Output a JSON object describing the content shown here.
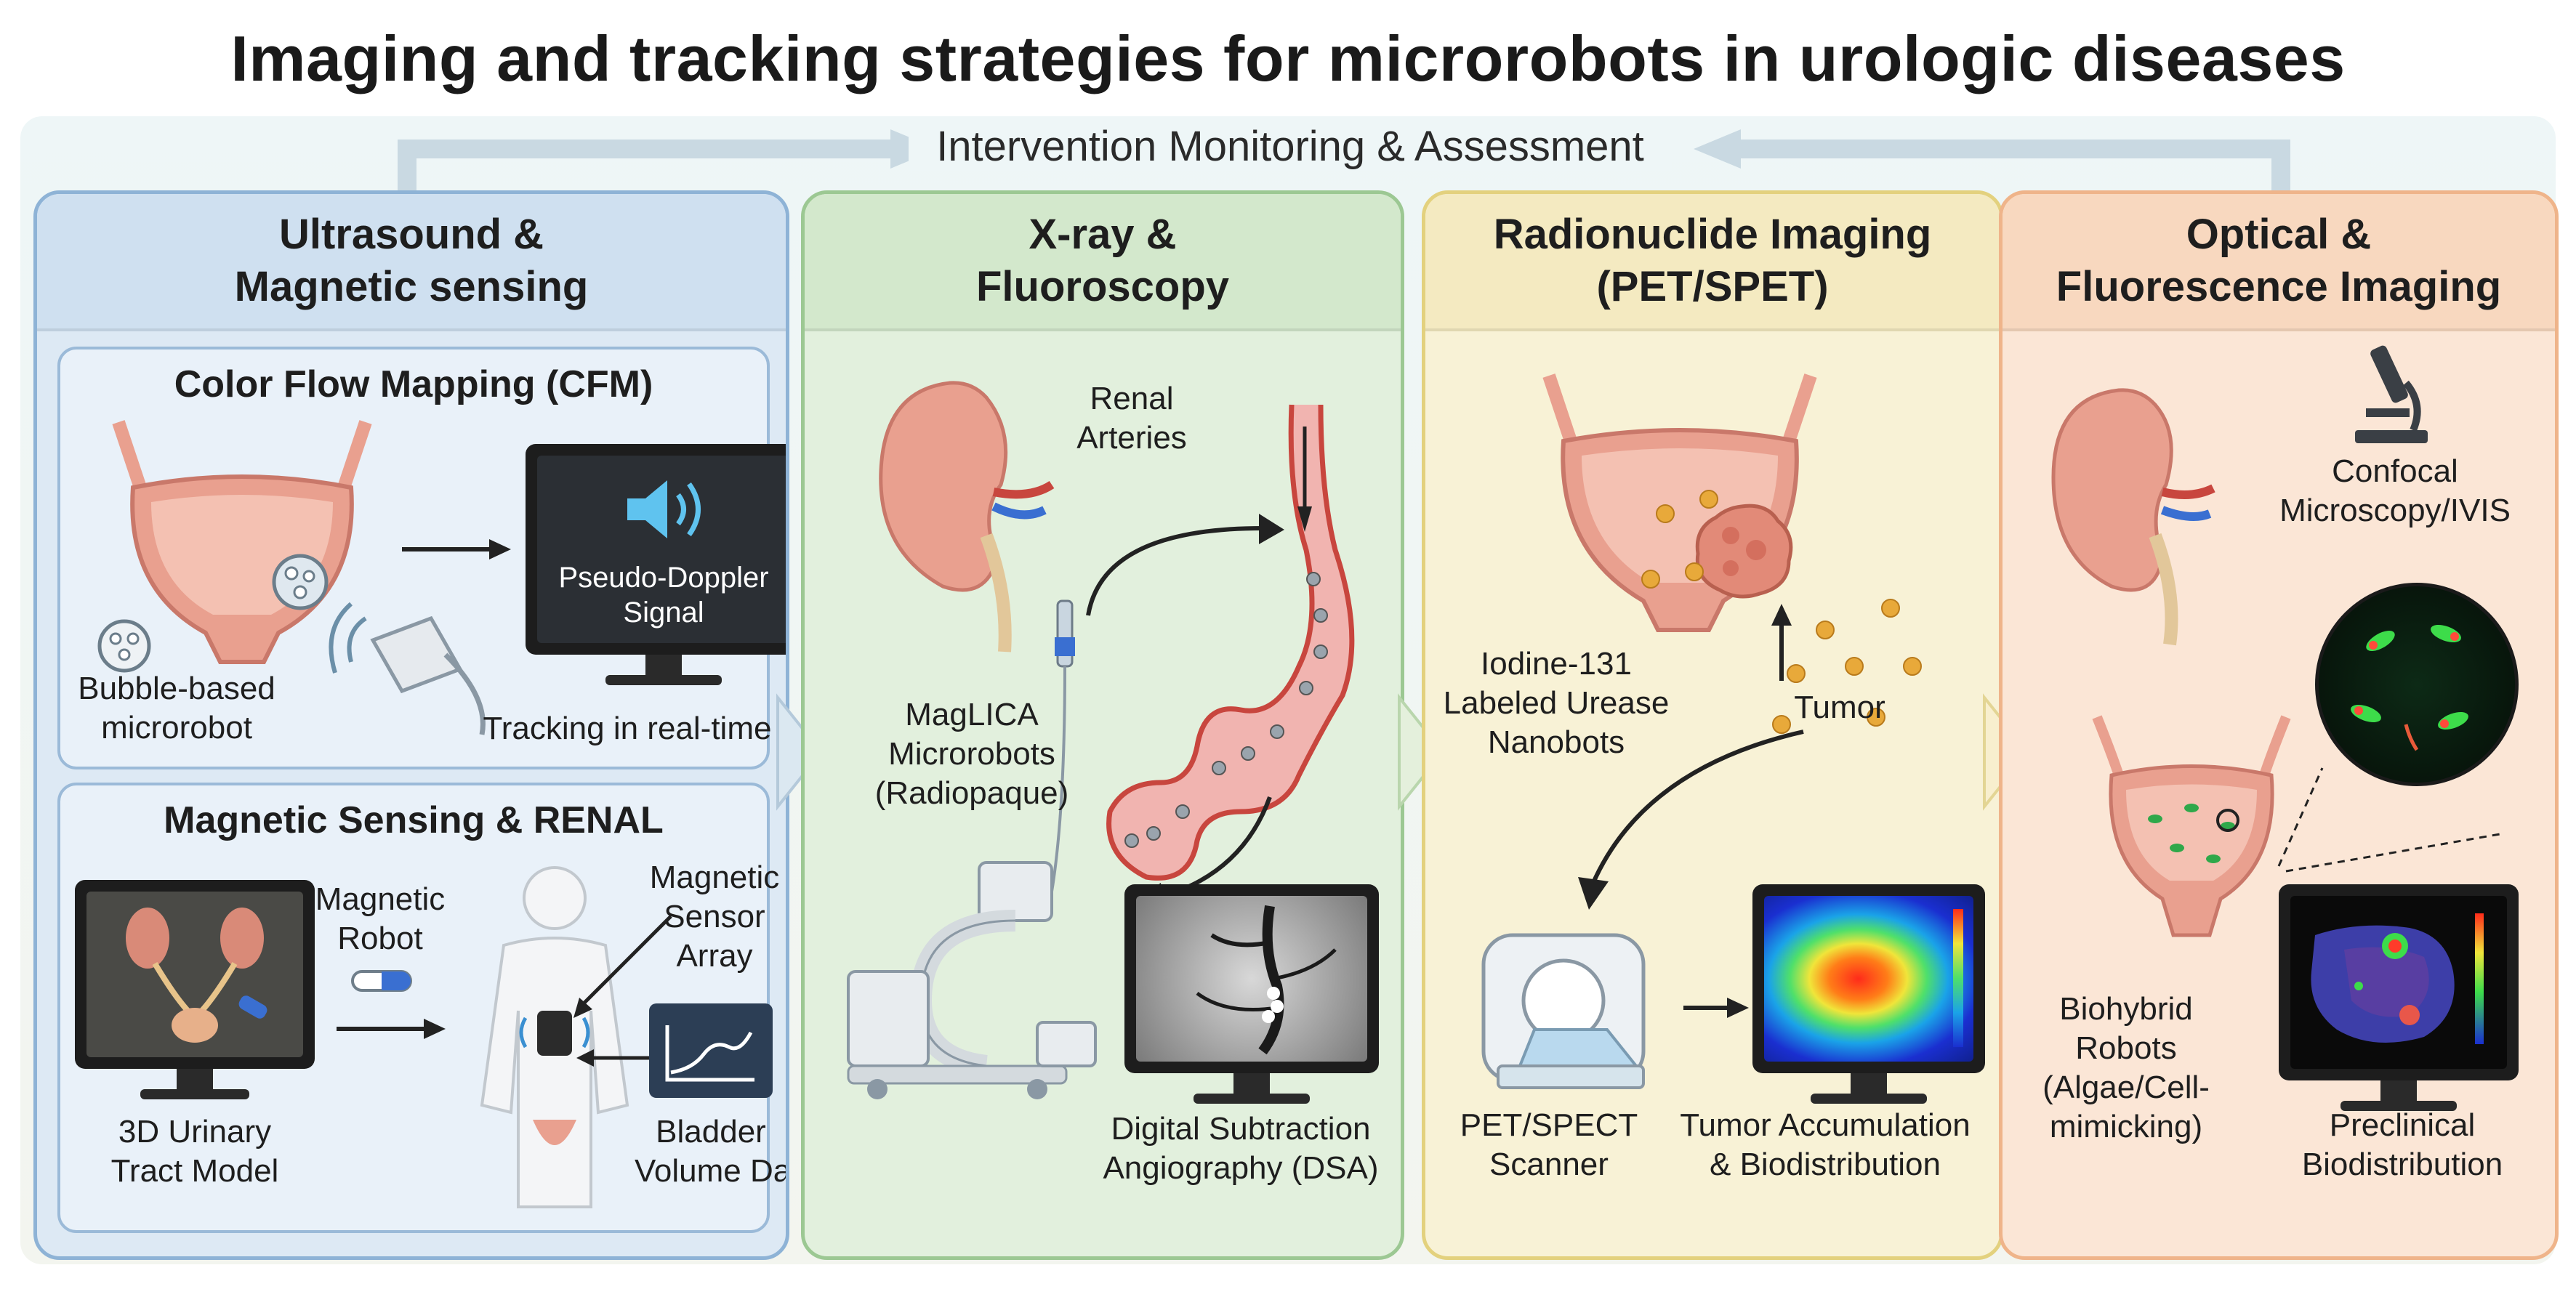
{
  "title": "Imaging and tracking strategies for microrobots in urologic diseases",
  "loop_label": "Intervention Monitoring & Assessment",
  "panels": {
    "ultrasound": {
      "title_line1": "Ultrasound &",
      "title_line2": "Magnetic sensing",
      "cfm": {
        "title": "Color Flow Mapping (CFM)",
        "screen_line1": "Pseudo-Doppler",
        "screen_line2": "Signal",
        "bubble_line1": "Bubble-based",
        "bubble_line2": "microrobot",
        "tracking": "Tracking in real-time"
      },
      "renal": {
        "title": "Magnetic Sensing & RENAL",
        "model_line1": "3D Urinary",
        "model_line2": "Tract Model",
        "robot_line1": "Magnetic",
        "robot_line2": "Robot",
        "sensor_line1": "Magnetic",
        "sensor_line2": "Sensor",
        "sensor_line3": "Array",
        "bladder_line1": "Bladder",
        "bladder_line2": "Volume Data"
      }
    },
    "xray": {
      "title_line1": "X-ray &",
      "title_line2": "Fluoroscopy",
      "renal_line1": "Renal",
      "renal_line2": "Arteries",
      "maglica_line1": "MagLICA",
      "maglica_line2": "Microrobots",
      "maglica_line3": "(Radiopaque)",
      "dsa_line1": "Digital Subtraction",
      "dsa_line2": "Angiography (DSA)"
    },
    "radionuclide": {
      "title_line1": "Radionuclide Imaging",
      "title_line2": "(PET/SPET)",
      "iodine_line1": "Iodine-131",
      "iodine_line2": "Labeled Urease",
      "iodine_line3": "Nanobots",
      "tumor": "Tumor",
      "scanner_line1": "PET/SPECT",
      "scanner_line2": "Scanner",
      "accum_line1": "Tumor Accumulation",
      "accum_line2": "& Biodistribution"
    },
    "optical": {
      "title_line1": "Optical &",
      "title_line2": "Fluorescence Imaging",
      "confocal_line1": "Confocal",
      "confocal_line2": "Microscopy/IVIS",
      "bio_line1": "Biohybrid",
      "bio_line2": "Robots",
      "bio_line3": "(Algae/Cell-",
      "bio_line4": "mimicking)",
      "pre_line1": "Preclinical",
      "pre_line2": "Biodistribution"
    }
  },
  "colors": {
    "ultrasound_panel": "#dde9f4",
    "xray_panel": "#e2f0dd",
    "radionuclide_panel": "#f8f2d6",
    "optical_panel": "#fbe6d6",
    "tissue": "#e9a08f",
    "tumor_particle": "#e8a93a",
    "fluorescence": "#3ddc4a"
  }
}
